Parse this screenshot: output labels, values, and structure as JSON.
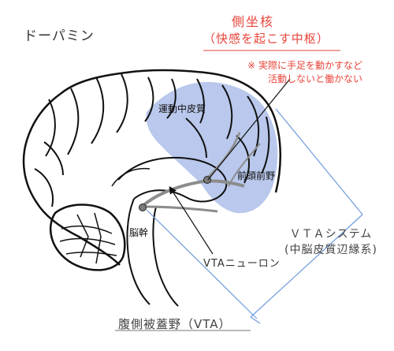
{
  "title": "ドーパミン",
  "nucleus_accumbens": {
    "name": "側坐核",
    "role": "（快感を起こす中枢）",
    "note_line1": "※ 実際に手足を動かすなど",
    "note_line2": "活動しないと働かない"
  },
  "regions": {
    "motor_cortex": "運動中皮質",
    "prefrontal": "前頭前野",
    "brainstem": "脳幹"
  },
  "vta_neuron": "VTAニューロン",
  "vta_system": {
    "line1": "ＶＴＡシステム",
    "line2": "(中脳皮質辺縁系)"
  },
  "vta": "腹側被蓋野（VTA）",
  "colors": {
    "accent_red": "#e8443a",
    "region_blue": "#b9c8ec",
    "pointer_blue": "#6d9bdc"
  }
}
